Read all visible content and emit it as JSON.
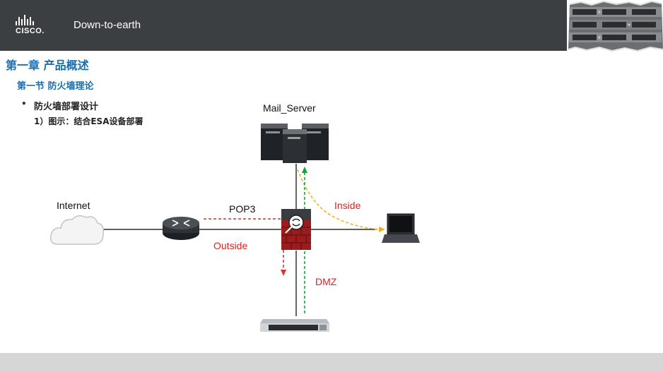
{
  "header": {
    "logo_text": "CISCO.",
    "brand_title": "Down-to-earth"
  },
  "content": {
    "chapter_title": "第一章 产品概述",
    "section_title": "第一节 防火墙理论",
    "bullet_symbol": "•",
    "bullet_text": "防火墙部署设计",
    "sub_text": "1）图示：结合ESA设备部署"
  },
  "diagram": {
    "labels": {
      "mail_server": "Mail_Server",
      "internet": "Internet",
      "pop3": "POP3",
      "outside": "Outside",
      "inside": "Inside",
      "dmz": "DMZ"
    },
    "colors": {
      "label_black": "#111111",
      "label_red": "#e02020",
      "pop3_line": "#e03030",
      "inside_line": "#f0b020",
      "dmz_line": "#18a040",
      "firewall_body": "#9b1c1c"
    },
    "icons": [
      "cloud-icon",
      "router-icon",
      "firewall-icon",
      "server-cluster-icon",
      "laptop-icon",
      "esa-appliance-icon"
    ]
  }
}
